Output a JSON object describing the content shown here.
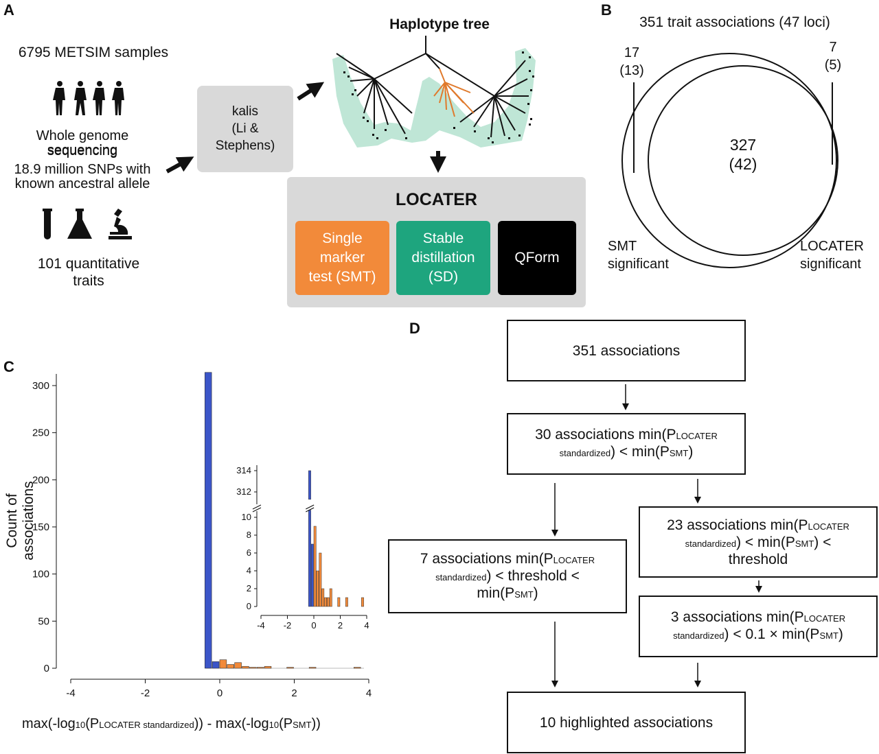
{
  "panels": {
    "a": "A",
    "b": "B",
    "c": "C",
    "d": "D"
  },
  "panelA": {
    "samples": "6795 METSIM samples",
    "wgs": "Whole genome sequencing",
    "snps1": "18.9 million SNPs with",
    "snps2": "known ancestral allele",
    "traits1": "101 quantitative",
    "traits2": "traits",
    "kalis1": "kalis",
    "kalis2": "(Li &",
    "kalis3": "Stephens)",
    "tree_title": "Haplotype tree",
    "locater_title": "LOCATER",
    "smt1": "Single",
    "smt2": "marker",
    "smt3": "test (SMT)",
    "sd1": "Stable",
    "sd2": "distillation",
    "sd3": "(SD)",
    "qform": "QForm",
    "colors": {
      "smt": "#f28a3a",
      "sd": "#1ea57e",
      "qform": "#000000",
      "tree_bg": "#bfe6d6",
      "gray_box": "#d9d9d9",
      "orange_branch": "#e07a2c"
    }
  },
  "panelB": {
    "title": "351 trait associations (47 loci)",
    "left_count": "17",
    "left_loci": "(13)",
    "right_count": "7",
    "right_loci": "(5)",
    "center_count": "327",
    "center_loci": "(42)",
    "smt1": "SMT",
    "smt2": "significant",
    "loc1": "LOCATER",
    "loc2": "significant"
  },
  "panelD": {
    "box1": "351 associations",
    "box2a": "30 associations min(P",
    "box2b": "LOCATER",
    "box2c": "standardized",
    "box2d": ") < min(P",
    "box2e": "SMT",
    "box2f": ")",
    "box3a": "23 associations min(P",
    "box3b": "LOCATER",
    "box3c": "standardized",
    "box3d": ") < min(P",
    "box3e": "SMT",
    "box3f": ") <",
    "box3g": "threshold",
    "box4a": "7 associations min(P",
    "box4b": "LOCATER",
    "box4c": "standardized",
    "box4d": ") < threshold <",
    "box4e": "min(P",
    "box4f": "SMT",
    "box4g": ")",
    "box5a": "3 associations min(P",
    "box5b": "LOCATER",
    "box5c": "standardized",
    "box5d": ") < 0.1 × min(P",
    "box5e": "SMT",
    "box5f": ")",
    "box6": "10 highlighted associations"
  },
  "chart_data": {
    "type": "bar",
    "ylabel": "Count of associations",
    "xlabel_parts": [
      "max(-log",
      "10",
      "(P",
      "LOCATER standardized",
      ")) - max(-log",
      "10",
      "(P",
      "SMT",
      "))"
    ],
    "xlim": [
      -4,
      4
    ],
    "ylim": [
      0,
      315
    ],
    "xticks": [
      "-4",
      "-2",
      "0",
      "2",
      "4"
    ],
    "yticks": [
      "0",
      "50",
      "100",
      "150",
      "200",
      "250",
      "300"
    ],
    "series": [
      {
        "color": "#3b55c8",
        "bins": [
          {
            "x0": -0.4,
            "x1": -0.2,
            "value": 314
          },
          {
            "x0": -0.2,
            "x1": 0.0,
            "value": 7
          }
        ]
      },
      {
        "color": "#f28a3a",
        "bins": [
          {
            "x0": 0.0,
            "x1": 0.2,
            "value": 9
          },
          {
            "x0": 0.2,
            "x1": 0.4,
            "value": 4
          },
          {
            "x0": 0.4,
            "x1": 0.6,
            "value": 6
          },
          {
            "x0": 0.6,
            "x1": 0.8,
            "value": 2
          },
          {
            "x0": 0.8,
            "x1": 1.0,
            "value": 1
          },
          {
            "x0": 1.0,
            "x1": 1.2,
            "value": 1
          },
          {
            "x0": 1.2,
            "x1": 1.4,
            "value": 2
          },
          {
            "x0": 1.8,
            "x1": 2.0,
            "value": 1
          },
          {
            "x0": 2.4,
            "x1": 2.6,
            "value": 1
          },
          {
            "x0": 3.6,
            "x1": 3.8,
            "value": 1
          }
        ]
      }
    ],
    "inset": {
      "xticks": [
        "-4",
        "-2",
        "0",
        "2",
        "4"
      ],
      "yticks_low": [
        "0",
        "2",
        "4",
        "6",
        "8",
        "10"
      ],
      "yticks_high": [
        "312",
        "314"
      ],
      "ylim_low": [
        0,
        11
      ],
      "ylim_high": [
        311,
        315
      ]
    }
  }
}
